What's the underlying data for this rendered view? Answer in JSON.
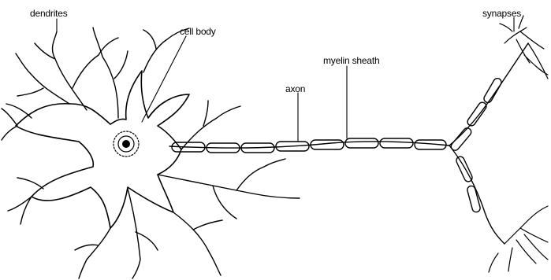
{
  "labels": {
    "dendrites": "dendrites",
    "cell_body": "cell body",
    "axon": "axon",
    "myelin_sheath": "myelin sheath",
    "synapses": "synapses"
  },
  "colors": {
    "ink": "#000000",
    "background": "#ffffff"
  }
}
